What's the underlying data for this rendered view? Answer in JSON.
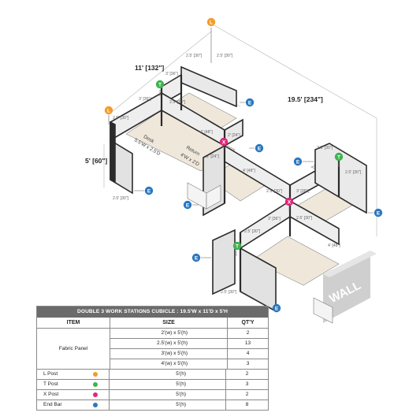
{
  "colors": {
    "l_post": "#f39b2a",
    "t_post": "#3fb34f",
    "x_post": "#e0267d",
    "end_bar": "#2a78bf",
    "panel": "#efe7da",
    "frame": "#2b2b2b",
    "glass": "#d9d9d9",
    "dim": "#999999"
  },
  "dimensions": {
    "width_total": "19.5' [234\"]",
    "depth_total": "11' [132\"]",
    "height": "5' [60\"]"
  },
  "markers": {
    "l": "L",
    "t": "T",
    "x": "X",
    "e": "E"
  },
  "labels": {
    "desk_title": "Desk",
    "desk_size": "5.5'W x 2.5'D",
    "return_title": "Return",
    "return_size": "4'W x 2'D",
    "wall": "WALL",
    "d25": "2.5' [30\"]",
    "d3": "3' [36\"]",
    "d4": "4' [48\"]",
    "d2": "2' [24\"]"
  },
  "table": {
    "title": "DOUBLE 3 WORK STATIONS  CUBICLE  : 19.5'W x 11'D x 5'H",
    "headers": {
      "item": "ITEM",
      "size": "SIZE",
      "qty": "QT'Y"
    },
    "fabric_label": "Fabric Panel",
    "fabric_rows": [
      {
        "size": "2'(w) x 5'(h)",
        "qty": "2"
      },
      {
        "size": "2.5'(w) x 5'(h)",
        "qty": "13"
      },
      {
        "size": "3'(w) x 5'(h)",
        "qty": "4"
      },
      {
        "size": "4'(w) x 5'(h)",
        "qty": "3"
      }
    ],
    "post_rows": [
      {
        "item": "L Post",
        "size": "5'(h)",
        "qty": "2",
        "color": "#f39b2a"
      },
      {
        "item": "T Post",
        "size": "5'(h)",
        "qty": "3",
        "color": "#3fb34f"
      },
      {
        "item": "X Post",
        "size": "5'(h)",
        "qty": "2",
        "color": "#e0267d"
      },
      {
        "item": "End Bar",
        "size": "5'(h)",
        "qty": "8",
        "color": "#2a78bf"
      }
    ]
  }
}
